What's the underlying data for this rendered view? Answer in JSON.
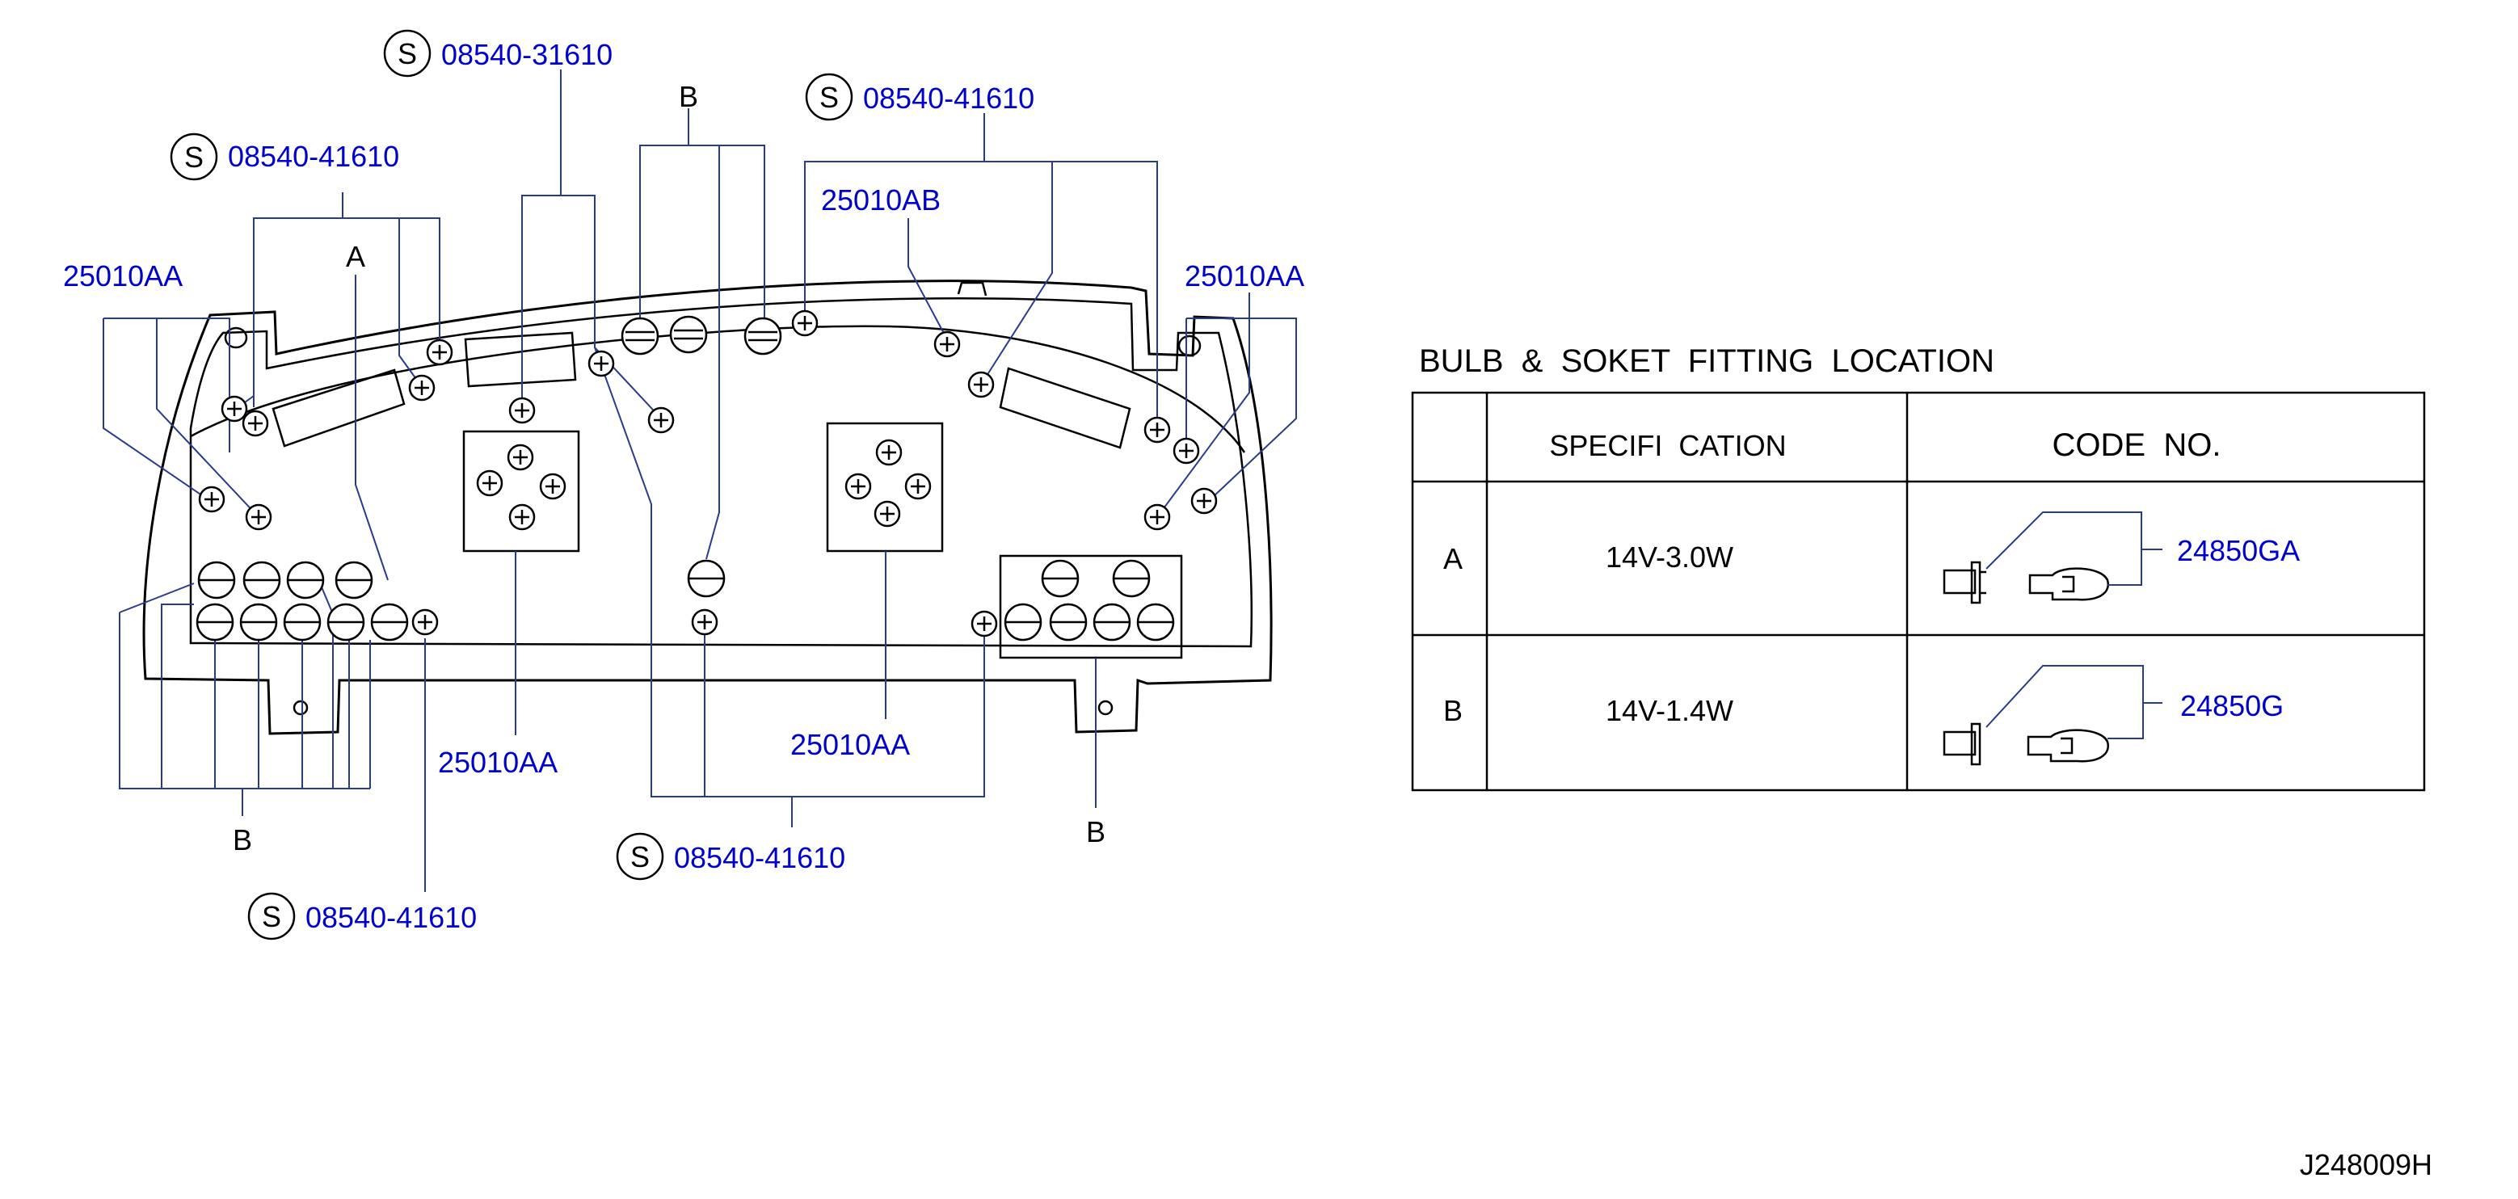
{
  "callouts": {
    "s_marker": "S",
    "part_08540_41610": "08540-41610",
    "part_08540_31610": "08540-31610",
    "part_25010AA": "25010AA",
    "part_25010AB": "25010AB",
    "label_A": "A",
    "label_B": "B"
  },
  "table": {
    "title": "BULB  &  SOKET  FITTING  LOCATION",
    "col_spec": "SPECIFI  CATION",
    "col_code": "CODE  NO.",
    "rows": [
      {
        "key": "A",
        "spec": "14V-3.0W",
        "code": "24850GA"
      },
      {
        "key": "B",
        "spec": "14V-1.4W",
        "code": "24850G"
      }
    ]
  },
  "diagram_id": "J248009H"
}
